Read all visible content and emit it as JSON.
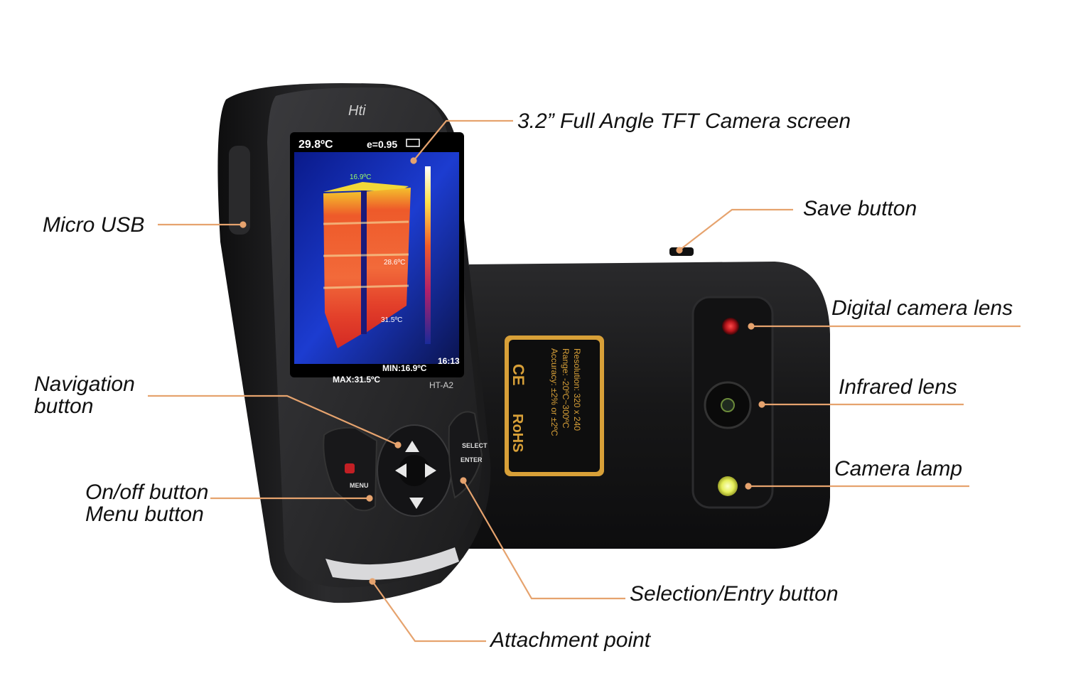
{
  "callouts": {
    "screen": "3.2” Full Angle TFT Camera screen",
    "usb": "Micro USB",
    "save": "Save button",
    "digital_lens": "Digital camera lens",
    "infrared_lens": "Infrared lens",
    "camera_lamp": "Camera lamp",
    "navigation_line1": "Navigation",
    "navigation_line2": "button",
    "onoff_line1": "On/off button",
    "onoff_line2": "Menu button",
    "selection": "Selection/Entry button",
    "attachment": "Attachment point"
  },
  "device": {
    "brand": "Hti",
    "model": "HT-A2",
    "screen_temp": "29.8ºC",
    "emissivity": "e=0.95",
    "spot_max": "16.9ºC",
    "spot_center": "28.6ºC",
    "spot_min": "31.5ºC",
    "max_readout": "MAX:31.5ºC",
    "min_readout": "MIN:16.9ºC",
    "clock": "16:13",
    "btn_select": "SELECT",
    "btn_enter": "ENTER",
    "btn_menu": "MENU",
    "label_resolution": "Resolution: 320 x 240",
    "label_range": "Range: -20ºC~300ºC",
    "label_accuracy": "Accuracy: ±2% or ±2ºC",
    "mark_ce": "CE",
    "mark_rohs": "RoHS"
  },
  "colors": {
    "leader_line": "#e6a36e",
    "body": "#1c1c1e",
    "thermal_hot": "#e8412c",
    "thermal_cold": "#1a2a9a"
  }
}
